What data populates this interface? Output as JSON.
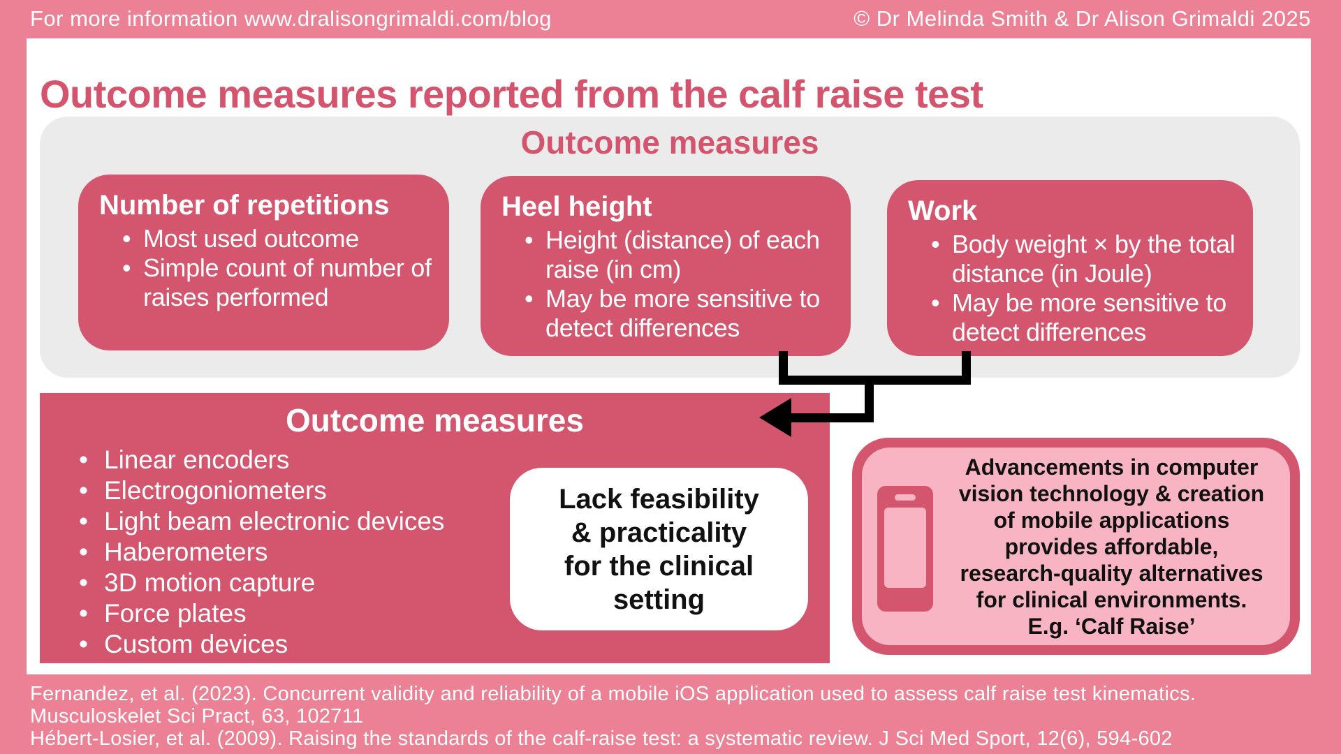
{
  "header": {
    "info_text": "For more information www.dralisongrimaldi.com/blog",
    "copyright_text": "© Dr Melinda Smith & Dr Alison Grimaldi 2025"
  },
  "title": "Outcome measures reported from the calf raise test",
  "top_section": {
    "heading": "Outcome measures",
    "cards": [
      {
        "heading": "Number of repetitions",
        "bullets": [
          "Most used outcome",
          "Simple count of number of raises performed"
        ]
      },
      {
        "heading": "Heel height",
        "bullets": [
          "Height (distance) of each raise (in cm)",
          "May be more sensitive to detect differences"
        ]
      },
      {
        "heading": "Work",
        "bullets": [
          "Body weight × by the total distance (in Joule)",
          "May be more sensitive to detect differences"
        ]
      }
    ]
  },
  "bottom_left": {
    "heading": "Outcome measures",
    "bullets": [
      "Linear encoders",
      "Electrogoniometers",
      "Light beam electronic devices",
      "Haberometers",
      "3D motion capture",
      "Force plates",
      "Custom devices"
    ],
    "callout_lines": [
      "Lack feasibility",
      "& practicality",
      "for the clinical",
      "setting"
    ]
  },
  "bottom_right": {
    "icon": "smartphone-icon",
    "text_lines": [
      "Advancements in computer",
      "vision technology & creation",
      "of mobile applications",
      "provides affordable,",
      "research-quality alternatives",
      "for clinical environments.",
      "E.g. ‘Calf Raise’"
    ]
  },
  "references": [
    "Fernandez, et al. (2023). Concurrent validity and reliability of a mobile iOS application used to assess calf raise test kinematics.",
    "Musculoskelet Sci Pract, 63, 102711",
    "Hébert-Losier, et al. (2009). Raising the standards of the calf-raise test: a systematic review. J Sci Med Sport, 12(6), 594-602"
  ],
  "colors": {
    "background_pink": "#ec8094",
    "accent_pink": "#d4556e",
    "light_pink": "#f8b4c3",
    "panel_gray": "#ebebeb",
    "callout_white": "#ffffff",
    "arrow_black": "#000000"
  }
}
